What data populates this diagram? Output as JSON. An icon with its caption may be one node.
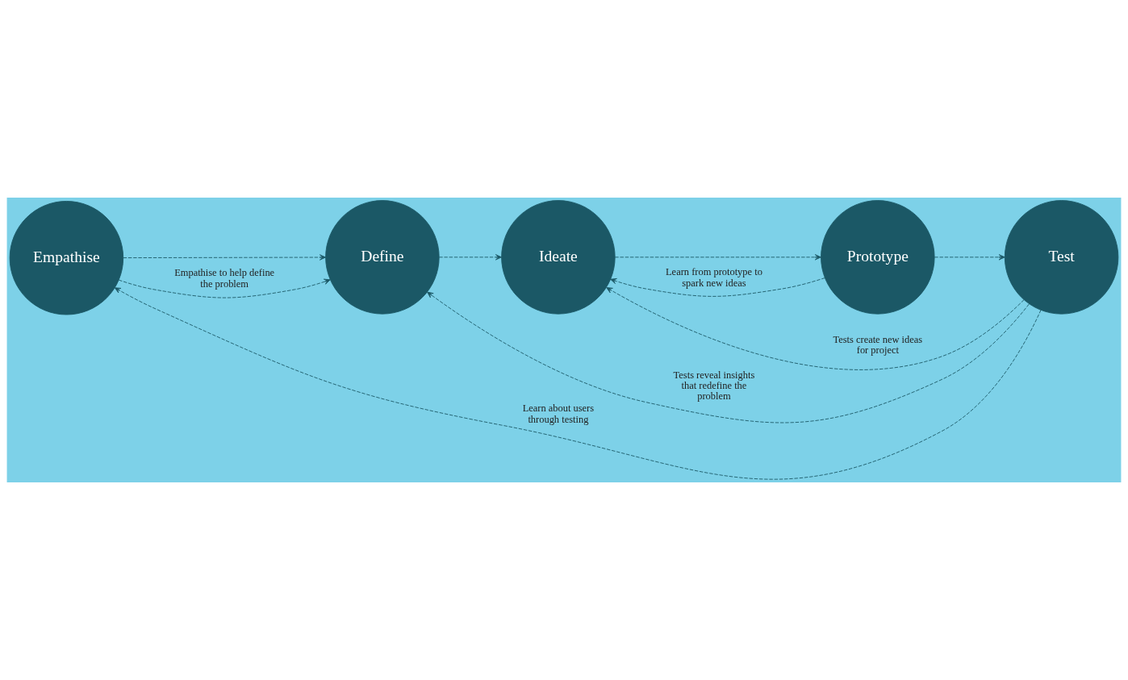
{
  "diagram": {
    "nodes": [
      {
        "text": [
          "Empathise"
        ]
      },
      {
        "text": [
          "Define"
        ]
      },
      {
        "text": [
          "Ideate"
        ]
      },
      {
        "text": [
          "Prototype"
        ]
      },
      {
        "text": [
          "Test"
        ]
      }
    ],
    "edges": [
      {
        "from": 0,
        "to": 1,
        "arrow": "to",
        "style": "dashed"
      },
      {
        "from": 1,
        "to": 2,
        "arrow": "to",
        "style": "dashed"
      },
      {
        "from": 2,
        "to": 3,
        "arrow": "to",
        "style": "dashed"
      },
      {
        "from": 3,
        "to": 4,
        "arrow": "to",
        "style": "dashed"
      },
      {
        "from": 4,
        "to": 0,
        "arrow": "to",
        "style": "dashed",
        "label": "Learn about users through testing"
      },
      {
        "from": 0,
        "to": 1,
        "arrow": "to",
        "style": "dashed",
        "label": "Empathise to help define the problem"
      },
      {
        "from": 4,
        "to": 2,
        "arrow": "to",
        "style": "dashed",
        "label": "Tests create new ideas for project"
      },
      {
        "from": 3,
        "to": 2,
        "arrow": "to",
        "style": "dashed",
        "label": "Learn from prototype to spark new ideas"
      },
      {
        "from": 4,
        "to": 1,
        "arrow": "to",
        "style": "dashed",
        "label": "Tests reveal insights that redefine the problem"
      }
    ]
  }
}
